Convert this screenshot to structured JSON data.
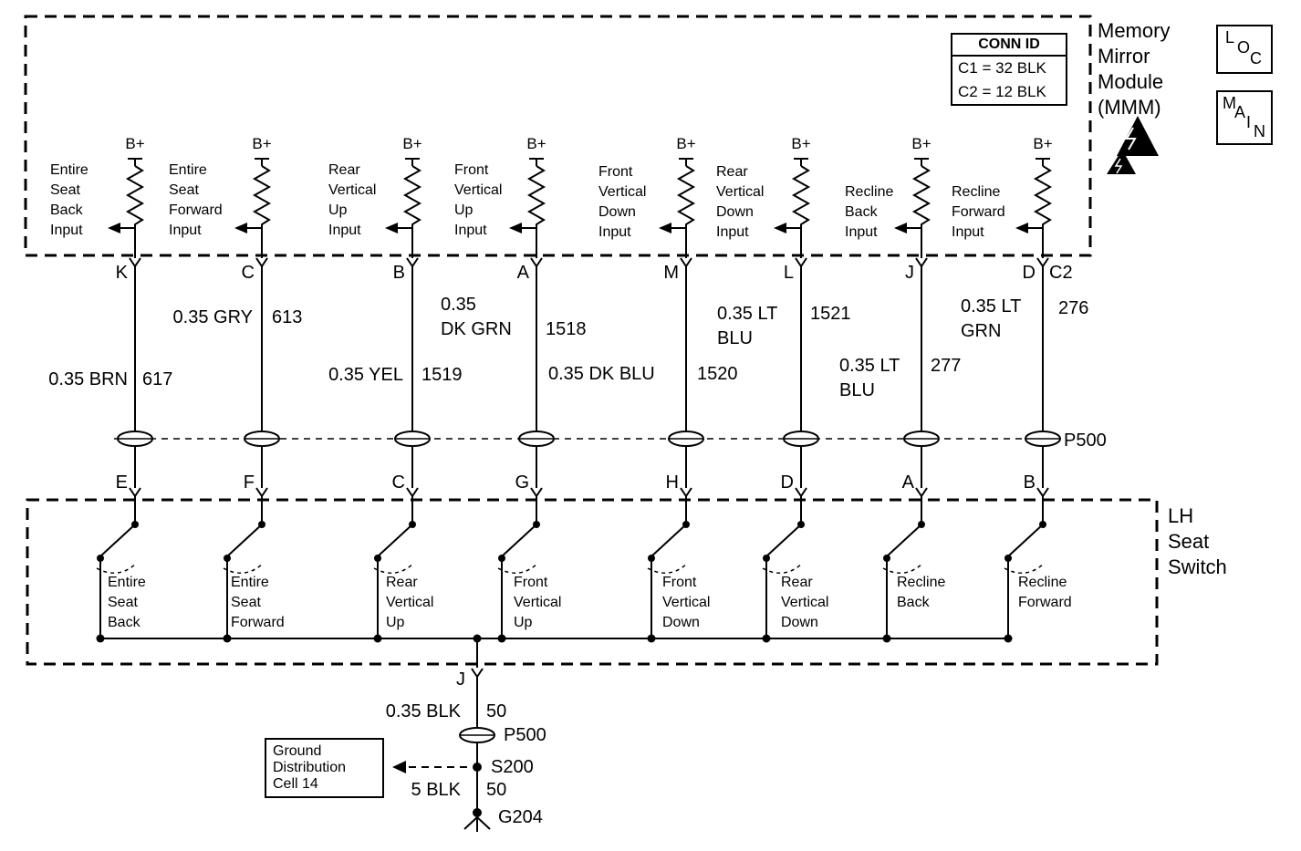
{
  "titles": {
    "mmm_lines": [
      "Memory",
      "Mirror",
      "Module",
      "(MMM)"
    ],
    "seat_switch_lines": [
      "LH",
      "Seat",
      "Switch"
    ]
  },
  "conn_id_box": {
    "header": "CONN ID",
    "row1": "C1 = 32 BLK",
    "row2": "C2 = 12 BLK"
  },
  "corner": {
    "loc": [
      "L",
      "O",
      "C"
    ],
    "main": [
      "M",
      "A",
      "I",
      "N"
    ]
  },
  "connectors": {
    "mmm_connector": "C2",
    "inline_top": "P500",
    "inline_bottom": "P500",
    "splice": "S200",
    "ground": "G204",
    "exit_pin": "J"
  },
  "ground_box_lines": [
    "Ground",
    "Distribution",
    "Cell 14"
  ],
  "bottom_wires": {
    "wire1_color": "0.35 BLK",
    "wire1_circuit": "50",
    "wire2_color": "5 BLK",
    "wire2_circuit": "50"
  },
  "columns": [
    {
      "bplus": "B+",
      "input_lines": [
        "Entire",
        "Seat",
        "Back",
        "Input"
      ],
      "pin_top": "K",
      "wire_color_lines": [
        "0.35 BRN"
      ],
      "circuit": "617",
      "pin_bottom": "E",
      "switch_lines": [
        "Entire",
        "Seat",
        "Back"
      ]
    },
    {
      "bplus": "B+",
      "input_lines": [
        "Entire",
        "Seat",
        "Forward",
        "Input"
      ],
      "pin_top": "C",
      "wire_color_lines": [
        "0.35 GRY"
      ],
      "circuit": "613",
      "pin_bottom": "F",
      "switch_lines": [
        "Entire",
        "Seat",
        "Forward"
      ]
    },
    {
      "bplus": "B+",
      "input_lines": [
        "Rear",
        "Vertical",
        "Up",
        "Input"
      ],
      "pin_top": "B",
      "wire_color_lines": [
        "0.35 YEL"
      ],
      "circuit": "1519",
      "pin_bottom": "C",
      "switch_lines": [
        "Rear",
        "Vertical",
        "Up"
      ]
    },
    {
      "bplus": "B+",
      "input_lines": [
        "Front",
        "Vertical",
        "Up",
        "Input"
      ],
      "pin_top": "A",
      "wire_color_lines": [
        "0.35",
        "DK GRN"
      ],
      "circuit": "1518",
      "pin_bottom": "G",
      "switch_lines": [
        "Front",
        "Vertical",
        "Up"
      ]
    },
    {
      "bplus": "B+",
      "input_lines": [
        "Front",
        "Vertical",
        "Down",
        "Input"
      ],
      "pin_top": "M",
      "wire_color_lines": [
        "0.35 DK BLU"
      ],
      "circuit": "1520",
      "pin_bottom": "H",
      "switch_lines": [
        "Front",
        "Vertical",
        "Down"
      ]
    },
    {
      "bplus": "B+",
      "input_lines": [
        "Rear",
        "Vertical",
        "Down",
        "Input"
      ],
      "pin_top": "L",
      "wire_color_lines": [
        "0.35 LT",
        "BLU"
      ],
      "circuit": "1521",
      "pin_bottom": "D",
      "switch_lines": [
        "Rear",
        "Vertical",
        "Down"
      ]
    },
    {
      "bplus": "B+",
      "input_lines": [
        "Recline",
        "Back",
        "Input"
      ],
      "pin_top": "J",
      "wire_color_lines": [
        "0.35 LT",
        "BLU"
      ],
      "circuit": "277",
      "pin_bottom": "A",
      "switch_lines": [
        "Recline",
        "Back"
      ]
    },
    {
      "bplus": "B+",
      "input_lines": [
        "Recline",
        "Forward",
        "Input"
      ],
      "pin_top": "D",
      "wire_color_lines": [
        "0.35 LT",
        "GRN"
      ],
      "circuit": "276",
      "pin_bottom": "B",
      "switch_lines": [
        "Recline",
        "Forward"
      ]
    }
  ]
}
